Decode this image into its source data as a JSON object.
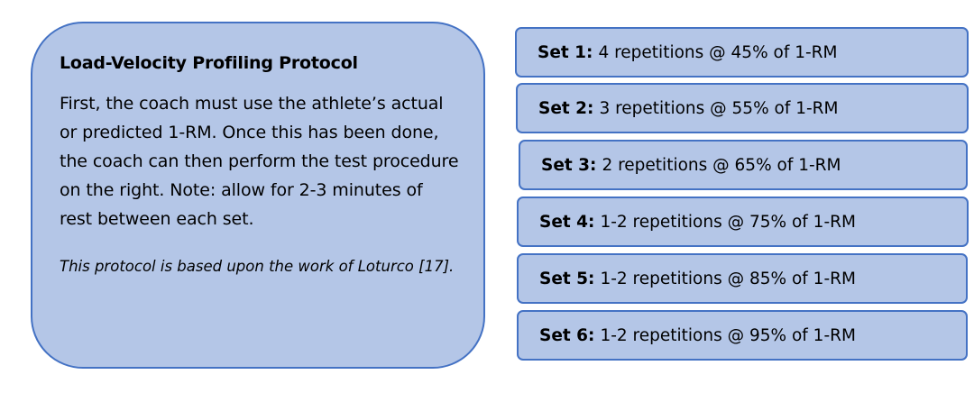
{
  "protocol": {
    "title": "Load-Velocity Profiling Protocol",
    "body": "First, the coach must use the athlete’s actual or predicted 1-RM. Once this has been done, the coach can then perform the test procedure on the right. Note: allow for 2-3 minutes of rest between each set.",
    "note": "This protocol is based upon the work of Loturco [17]."
  },
  "sets": [
    {
      "label": "Set 1:",
      "text": "4 repetitions @ 45% of 1-RM"
    },
    {
      "label": "Set 2:",
      "text": "3 repetitions @ 55% of 1-RM"
    },
    {
      "label": "Set 3:",
      "text": "2 repetitions @ 65% of 1-RM"
    },
    {
      "label": "Set 4:",
      "text": "1-2 repetitions @ 75% of 1-RM"
    },
    {
      "label": "Set 5:",
      "text": "1-2 repetitions @ 85% of 1-RM"
    },
    {
      "label": "Set 6:",
      "text": "1-2 repetitions @ 95% of 1-RM"
    }
  ],
  "colors": {
    "box_fill": "#b4c6e7",
    "box_border": "#4472c4"
  }
}
